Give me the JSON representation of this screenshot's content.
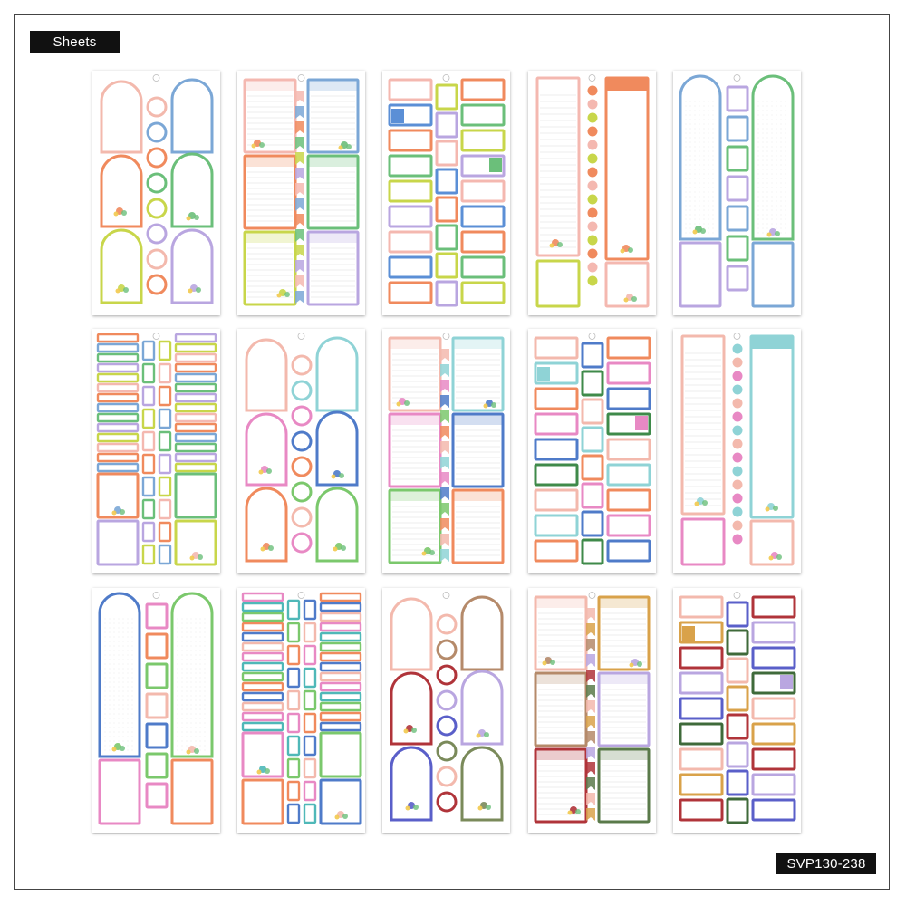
{
  "header_label": "Sheets",
  "product_code": "SVP130-238",
  "sheets": [
    {
      "variant": "arch-notes",
      "accent": [
        "#f3b9ad",
        "#7ba7d6",
        "#f08a5d",
        "#6bbf7a",
        "#c8d64a",
        "#b9a6e0"
      ]
    },
    {
      "variant": "journal-boxes",
      "accent": [
        "#f4b8b0",
        "#7ba7d6",
        "#f08a5d",
        "#6bbf7a",
        "#c8d64a",
        "#b9a6e0"
      ]
    },
    {
      "variant": "label-boxes",
      "accent": [
        "#f4b8b0",
        "#5b8fd6",
        "#f08a5d",
        "#6bbf7a",
        "#c8d64a",
        "#b9a6e0"
      ]
    },
    {
      "variant": "list-strip",
      "accent": [
        "#f4b8b0",
        "#f08a5d",
        "#c8d64a",
        "#f4b8b0",
        "#f08a5d",
        "#f4b8b0"
      ]
    },
    {
      "variant": "tall-arches",
      "accent": [
        "#7ba7d6",
        "#6bbf7a",
        "#b9a6e0",
        "#7ba7d6",
        "#6bbf7a",
        "#b9a6e0"
      ]
    },
    {
      "variant": "strip-labels",
      "accent": [
        "#f08a5d",
        "#7ba7d6",
        "#6bbf7a",
        "#b9a6e0",
        "#c8d64a",
        "#f4b8b0"
      ]
    },
    {
      "variant": "arch-notes",
      "accent": [
        "#f3b9ad",
        "#8fd3d6",
        "#e889c4",
        "#4f7bc9",
        "#f08a5d",
        "#7bc86c"
      ]
    },
    {
      "variant": "journal-boxes",
      "accent": [
        "#f3b9ad",
        "#8fd3d6",
        "#e889c4",
        "#4f7bc9",
        "#7bc86c",
        "#f08a5d"
      ]
    },
    {
      "variant": "label-boxes",
      "accent": [
        "#f3b9ad",
        "#8fd3d6",
        "#f08a5d",
        "#e889c4",
        "#4f7bc9",
        "#3f8a4a"
      ]
    },
    {
      "variant": "list-strip",
      "accent": [
        "#f3b9ad",
        "#8fd3d6",
        "#e889c4",
        "#f3b9ad",
        "#8fd3d6",
        "#e889c4"
      ]
    },
    {
      "variant": "tall-arches",
      "accent": [
        "#4f7bc9",
        "#7bc86c",
        "#e889c4",
        "#f08a5d",
        "#7bc86c",
        "#f3b9ad"
      ]
    },
    {
      "variant": "strip-labels",
      "accent": [
        "#e889c4",
        "#4fb8b8",
        "#7bc86c",
        "#f08a5d",
        "#4f7bc9",
        "#f3b9ad"
      ]
    },
    {
      "variant": "arch-notes",
      "accent": [
        "#f3b9ad",
        "#b58a6a",
        "#b0343a",
        "#b9a6e0",
        "#5a5fc9",
        "#7a8a5a"
      ]
    },
    {
      "variant": "journal-boxes",
      "accent": [
        "#f3b9ad",
        "#d9a24a",
        "#b58a6a",
        "#b9a6e0",
        "#b0343a",
        "#5a7a4a"
      ]
    },
    {
      "variant": "label-boxes",
      "accent": [
        "#f3b9ad",
        "#d9a24a",
        "#b0343a",
        "#b9a6e0",
        "#5a5fc9",
        "#3f6a3a"
      ]
    }
  ]
}
